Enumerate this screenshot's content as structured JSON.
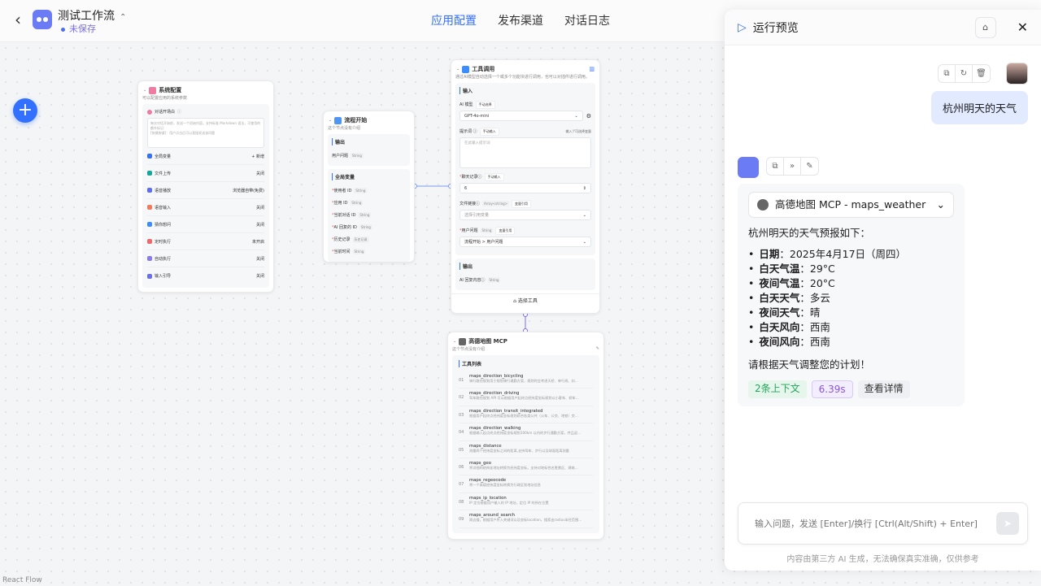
{
  "header": {
    "back": "‹",
    "title": "测试工作流",
    "status": "未保存",
    "tabs": [
      {
        "label": "应用配置",
        "active": true
      },
      {
        "label": "发布渠道"
      },
      {
        "label": "对话日志"
      }
    ]
  },
  "canvas": {
    "add": "+",
    "watermark": "React Flow"
  },
  "sys_node": {
    "title": "系统配置",
    "desc": "可以配置应用的系统参数",
    "welcome_label": "对话开场白",
    "welcome_placeholder": "每次对话开始前，发送一个初始内容。支持标准 Markdown 语法，可使用的额外标记:\n[快捷按键]：用户点击后可以直接发送该问题",
    "rows": [
      {
        "label": "全局变量",
        "value": "+ 新增",
        "color": "#3370ff"
      },
      {
        "label": "文件上传",
        "value": "关闭",
        "color": "#14a89b"
      },
      {
        "label": "语音播放",
        "value": "浏览器自带(免费)",
        "color": "#5b6ef5"
      },
      {
        "label": "语音输入",
        "value": "关闭",
        "color": "#f07a5a"
      },
      {
        "label": "猜你想问",
        "value": "关闭",
        "color": "#3b8cff"
      },
      {
        "label": "定时执行",
        "value": "未开启",
        "color": "#f2686a"
      },
      {
        "label": "自动执行",
        "value": "关闭",
        "color": "#8a7cf0"
      },
      {
        "label": "输入引导",
        "value": "关闭",
        "color": "#6a6ef0"
      }
    ]
  },
  "start_node": {
    "title": "流程开始",
    "desc": "这个节点没有介绍",
    "output_title": "输出",
    "output": {
      "label": "用户问题",
      "type": "String"
    },
    "globals_title": "全局变量",
    "globals": [
      {
        "label": "使用者 ID",
        "type": "String"
      },
      {
        "label": "应用 ID",
        "type": "String"
      },
      {
        "label": "当前对话 ID",
        "type": "String"
      },
      {
        "label": "AI 回复的 ID",
        "type": "String"
      },
      {
        "label": "历史记录",
        "type": "历史记录"
      },
      {
        "label": "当前时间",
        "type": "String"
      }
    ]
  },
  "tool_node": {
    "title": "工具调用",
    "desc": "通过AI模型自动选择一个或多个功能块进行调用，也可以对插件进行调用。",
    "input_title": "输入",
    "model_label": "AI 模型",
    "model_mode": "手动选择",
    "model": "GPT-4o-mini",
    "prompt_label": "提示词",
    "prompt_mode": "手动输入",
    "prompt_hint": "输入'/'可选择变量",
    "prompt_placeholder": "在此输入提示词",
    "history_label": "聊天记录",
    "history_mode": "手动输入",
    "history_value": "6",
    "file_label": "文件链接",
    "file_type": "Array<string>",
    "file_mode": "变量引用",
    "file_placeholder": "选择引用变量",
    "question_label": "用户问题",
    "question_type": "String",
    "question_mode": "变量引用",
    "question_value": "流程开始 > 用户问题",
    "output_title": "输出",
    "output_label": "AI 回复内容",
    "output_type": "String",
    "select_tool": "选择工具"
  },
  "mcp_node": {
    "title": "高德地图 MCP",
    "desc": "这个节点没有介绍",
    "list_title": "工具列表",
    "tools": [
      {
        "no": "01",
        "name": "maps_direction_bicycling",
        "desc": "骑行路径规划用于规划骑行通勤方案，规划时会考虑天桥、单行线、封..."
      },
      {
        "no": "02",
        "name": "maps_direction_driving",
        "desc": "驾车路径规划 API 可以根据用户起终点经纬度坐标规划以小客车、轿车..."
      },
      {
        "no": "03",
        "name": "maps_direction_transit_integrated",
        "desc": "根据用户起终点经纬度坐标规划综合各类公共（火车、公交、地铁）交..."
      },
      {
        "no": "04",
        "name": "maps_direction_walking",
        "desc": "根据输入起点终点经纬度坐标规划100km 以内的步行通勤方案，并且返..."
      },
      {
        "no": "05",
        "name": "maps_distance",
        "desc": "测量两个经纬度坐标之间的距离,支持驾车、步行以及球面距离测量"
      },
      {
        "no": "06",
        "name": "maps_geo",
        "desc": "将详细的结构化地址转换为经纬度坐标。支持对地标性名胜景区、建筑..."
      },
      {
        "no": "07",
        "name": "maps_regeocode",
        "desc": "将一个高德经纬度坐标转换为行政区划地址信息"
      },
      {
        "no": "08",
        "name": "maps_ip_location",
        "desc": "IP 定位根据用户输入的 IP 地址，定位 IP 的所在位置"
      },
      {
        "no": "09",
        "name": "maps_around_search",
        "desc": "周边搜，根据用户传入关键词以及坐标location，搜索出radius半径范围..."
      }
    ]
  },
  "preview": {
    "title": "运行预览",
    "user_message": "杭州明天的天气",
    "mcp_call": "高德地图 MCP - maps_weather",
    "intro": "杭州明天的天气预报如下：",
    "items": [
      {
        "k": "日期",
        "v": "：2025年4月17日（周四）"
      },
      {
        "k": "白天气温",
        "v": "：29°C"
      },
      {
        "k": "夜间气温",
        "v": "：20°C"
      },
      {
        "k": "白天天气",
        "v": "：多云"
      },
      {
        "k": "夜间天气",
        "v": "：晴"
      },
      {
        "k": "白天风向",
        "v": "：西南"
      },
      {
        "k": "夜间风向",
        "v": "：西南"
      }
    ],
    "outro": "请根据天气调整您的计划！",
    "context_chip": "2条上下文",
    "time_chip": "6.39s",
    "detail_chip": "查看详情",
    "input_placeholder": "输入问题，发送 [Enter]/换行 [Ctrl(Alt/Shift) + Enter]",
    "disclaimer": "内容由第三方 AI 生成，无法确保真实准确，仅供参考",
    "colors": {
      "accent": "#3370ff",
      "user_bubble": "#e1eafe"
    }
  }
}
